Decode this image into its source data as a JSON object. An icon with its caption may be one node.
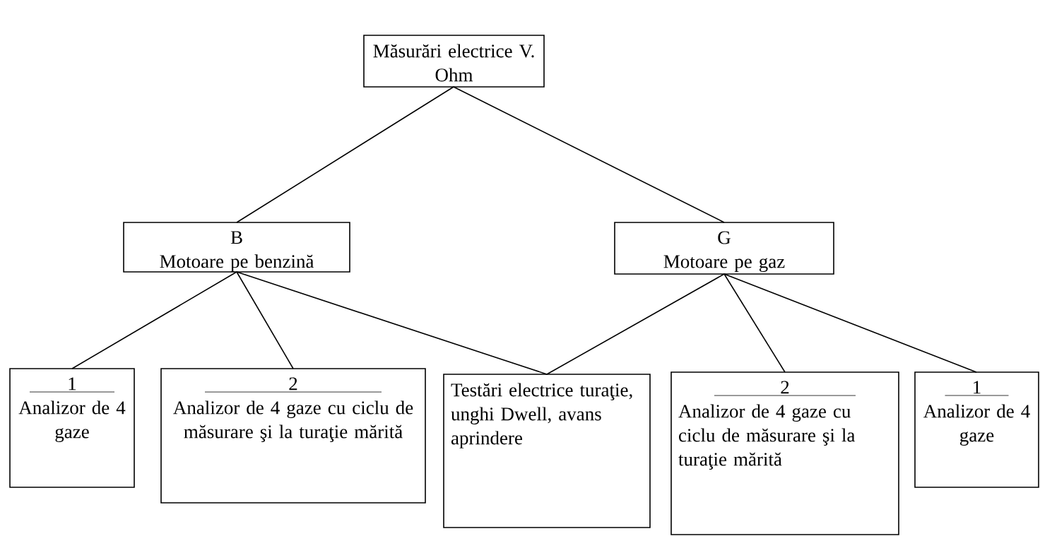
{
  "diagram": {
    "nodes": [
      {
        "text": [
          "Măsurări electrice V. Ohm"
        ]
      },
      {
        "text": [
          "B",
          "Motoare pe benzină"
        ]
      },
      {
        "text": [
          "G",
          "Motoare pe gaz"
        ]
      },
      {
        "text": [
          "1",
          "Analizor de 4 gaze"
        ]
      },
      {
        "text": [
          "2",
          "Analizor de 4 gaze cu ciclu de măsurare şi la turaţie mărită"
        ]
      },
      {
        "text": [
          "Testări electrice turaţie, unghi Dwell, avans aprindere"
        ]
      },
      {
        "text": [
          "2",
          "Analizor de 4 gaze cu ciclu de măsurare şi la turaţie mărită"
        ]
      },
      {
        "text": [
          "1",
          "Analizor de 4 gaze"
        ]
      }
    ],
    "edges": [
      {
        "from": 0,
        "to": 1,
        "arrow": "none"
      },
      {
        "from": 0,
        "to": 2,
        "arrow": "none"
      },
      {
        "from": 1,
        "to": 3,
        "arrow": "none"
      },
      {
        "from": 1,
        "to": 4,
        "arrow": "none"
      },
      {
        "from": 1,
        "to": 5,
        "arrow": "none"
      },
      {
        "from": 2,
        "to": 5,
        "arrow": "none"
      },
      {
        "from": 2,
        "to": 6,
        "arrow": "none"
      },
      {
        "from": 2,
        "to": 7,
        "arrow": "none"
      }
    ]
  }
}
